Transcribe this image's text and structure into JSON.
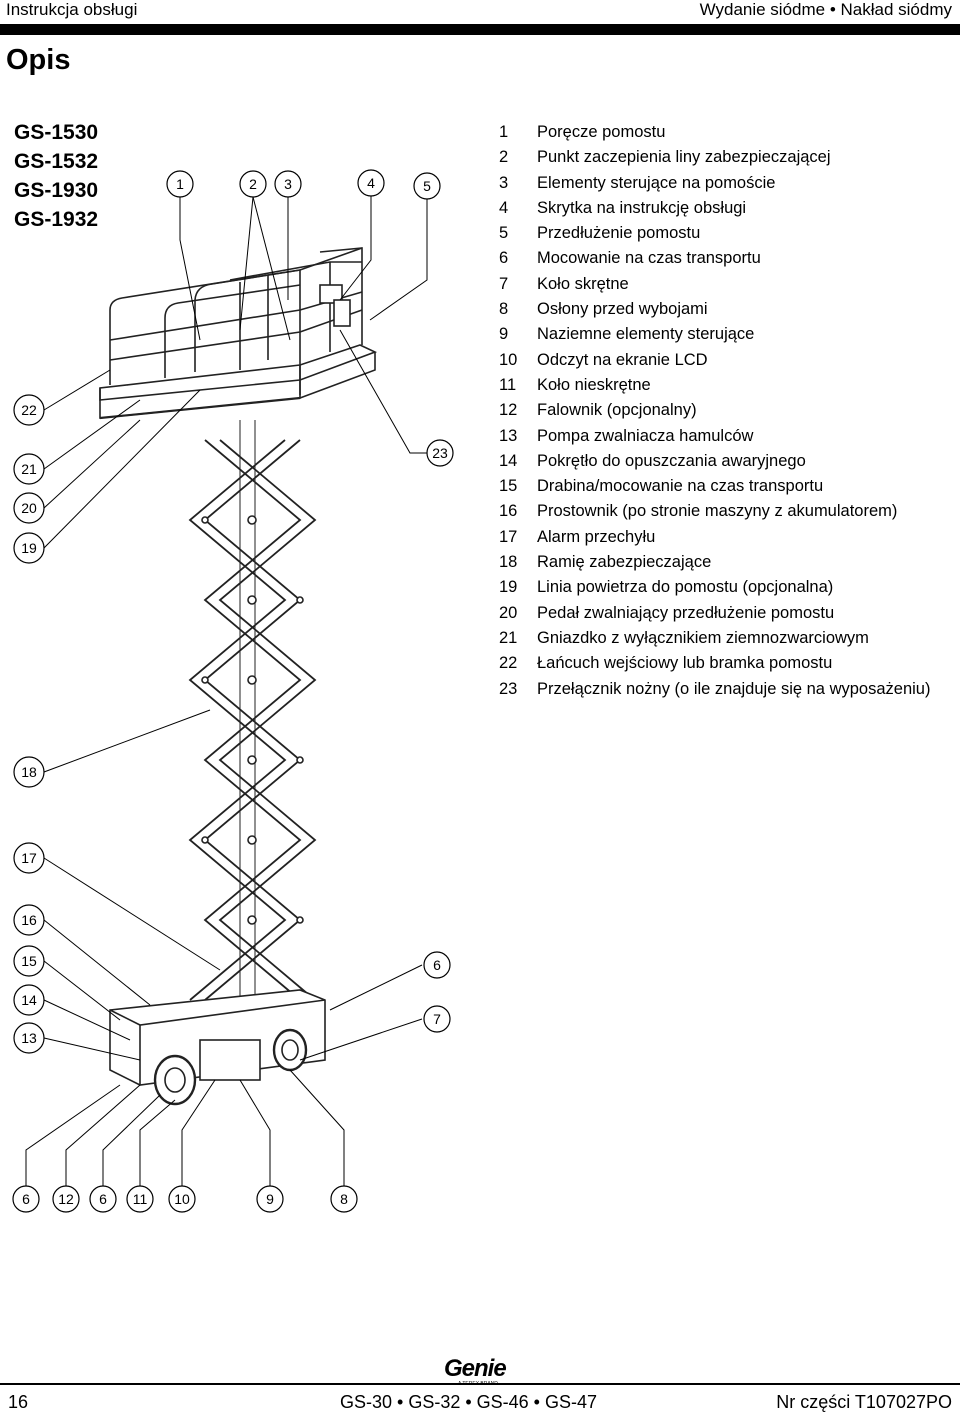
{
  "header": {
    "left": "Instrukcja obsługi",
    "right": "Wydanie siódme • Nakład siódmy"
  },
  "section_title": "Opis",
  "models": [
    "GS-1530",
    "GS-1532",
    "GS-1930",
    "GS-1932"
  ],
  "legend": [
    {
      "num": "1",
      "text": "Poręcze pomostu"
    },
    {
      "num": "2",
      "text": "Punkt zaczepienia liny zabezpieczającej"
    },
    {
      "num": "3",
      "text": "Elementy sterujące na pomoście"
    },
    {
      "num": "4",
      "text": "Skrytka na instrukcję obsługi"
    },
    {
      "num": "5",
      "text": "Przedłużenie pomostu"
    },
    {
      "num": "6",
      "text": "Mocowanie na czas transportu"
    },
    {
      "num": "7",
      "text": "Koło skrętne"
    },
    {
      "num": "8",
      "text": "Osłony przed wybojami"
    },
    {
      "num": "9",
      "text": "Naziemne elementy sterujące"
    },
    {
      "num": "10",
      "text": "Odczyt na ekranie LCD"
    },
    {
      "num": "11",
      "text": "Koło nieskrętne"
    },
    {
      "num": "12",
      "text": "Falownik (opcjonalny)"
    },
    {
      "num": "13",
      "text": "Pompa zwalniacza hamulców"
    },
    {
      "num": "14",
      "text": "Pokrętło do opuszczania awaryjnego"
    },
    {
      "num": "15",
      "text": "Drabina/mocowanie na czas transportu"
    },
    {
      "num": "16",
      "text": "Prostownik (po stronie maszyny z akumulatorem)"
    },
    {
      "num": "17",
      "text": "Alarm przechyłu"
    },
    {
      "num": "18",
      "text": "Ramię zabezpieczające"
    },
    {
      "num": "19",
      "text": "Linia powietrza do pomostu (opcjonalna)"
    },
    {
      "num": "20",
      "text": "Pedał zwalniający przedłużenie pomostu"
    },
    {
      "num": "21",
      "text": "Gniazdko z wyłącznikiem ziemnozwarciowym"
    },
    {
      "num": "22",
      "text": "Łańcuch wejściowy lub bramka pomostu"
    },
    {
      "num": "23",
      "text": "Przełącznik nożny (o ile znajduje się na wyposażeniu)"
    }
  ],
  "callouts": {
    "top": [
      "1",
      "2",
      "3",
      "4",
      "5"
    ],
    "left": [
      "22",
      "21",
      "20",
      "19",
      "18",
      "17",
      "16",
      "15",
      "14",
      "13"
    ],
    "right": [
      "23",
      "6",
      "7"
    ],
    "bottom": [
      "6",
      "12",
      "6",
      "11",
      "10",
      "9",
      "8"
    ]
  },
  "logo": {
    "word": "Genie",
    "tagline": "A TEREX BRAND"
  },
  "footer": {
    "page": "16",
    "models": "GS-30 • GS-32 • GS-46 • GS-47",
    "part": "Nr części T107027PO"
  }
}
